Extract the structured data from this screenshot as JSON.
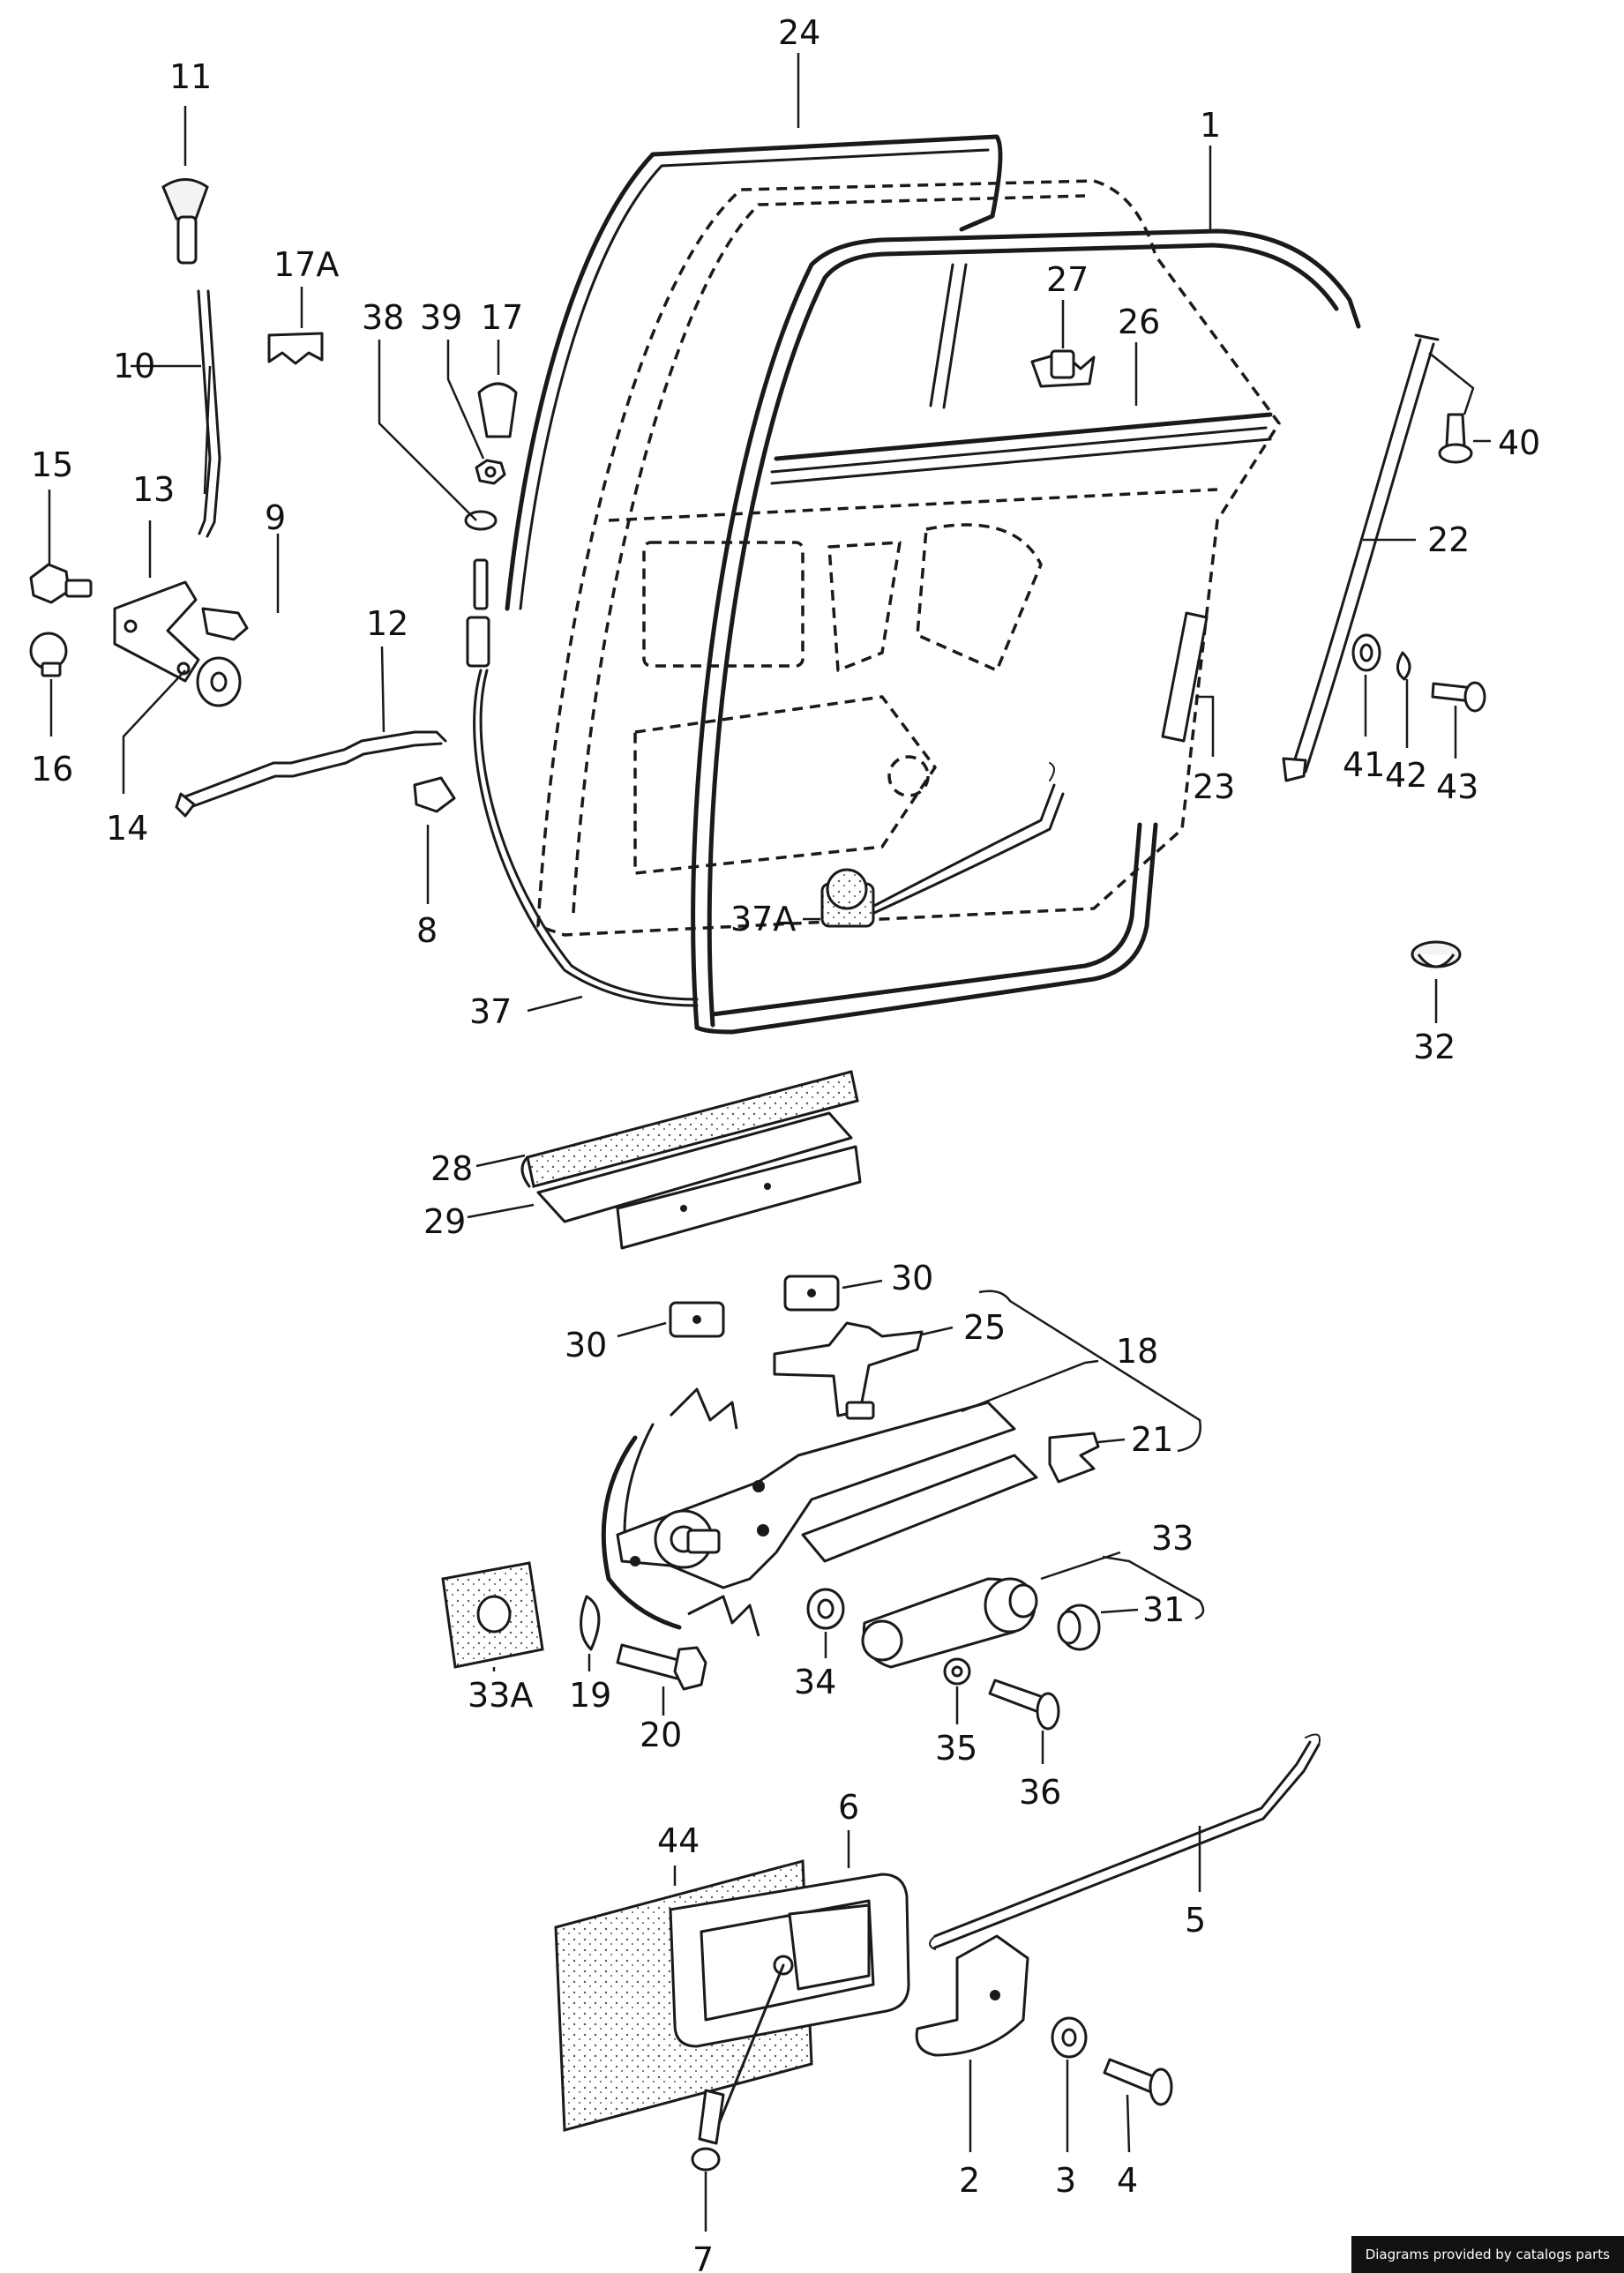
{
  "colors": {
    "stroke": "#1a1a1a",
    "background": "#ffffff",
    "credit_bg": "#111111",
    "credit_text": "#ffffff"
  },
  "credit": "Diagrams provided by catalogs parts",
  "labels": {
    "l1": "1",
    "l2": "2",
    "l3": "3",
    "l4": "4",
    "l5": "5",
    "l6": "6",
    "l7": "7",
    "l8": "8",
    "l9": "9",
    "l10": "10",
    "l11": "11",
    "l12": "12",
    "l13": "13",
    "l14": "14",
    "l15": "15",
    "l16": "16",
    "l17": "17",
    "l17a": "17A",
    "l18": "18",
    "l19": "19",
    "l20": "20",
    "l21": "21",
    "l22": "22",
    "l23": "23",
    "l24": "24",
    "l25": "25",
    "l26": "26",
    "l27": "27",
    "l28": "28",
    "l29": "29",
    "l30a": "30",
    "l30b": "30",
    "l31": "31",
    "l32": "32",
    "l33": "33",
    "l33a": "33A",
    "l34": "34",
    "l35": "35",
    "l36": "36",
    "l37": "37",
    "l37a": "37A",
    "l38": "38",
    "l39": "39",
    "l40": "40",
    "l41": "41",
    "l42": "42",
    "l43": "43",
    "l44": "44"
  }
}
